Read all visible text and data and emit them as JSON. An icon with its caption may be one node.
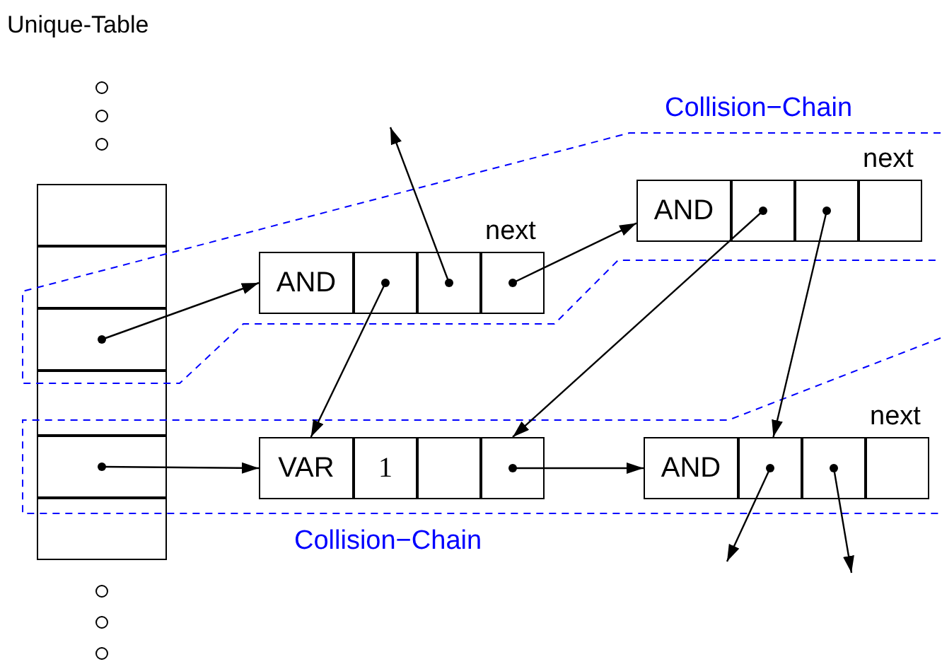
{
  "diagram": {
    "nodes": [
      {
        "text": [
          "Unique-Table"
        ]
      },
      {
        "text": [],
        "shape": "box",
        "in": 0
      },
      {
        "text": [],
        "shape": "box",
        "in": 0
      },
      {
        "text": [],
        "shape": "box",
        "in": 0
      },
      {
        "text": [],
        "shape": "box",
        "in": 0
      },
      {
        "text": [],
        "shape": "box",
        "in": 0
      },
      {
        "text": [],
        "shape": "box",
        "in": 0
      },
      {
        "text": [
          "Collision−Chain"
        ]
      },
      {
        "text": [
          "Collision−Chain"
        ]
      },
      {
        "text": [
          "AND"
        ]
      },
      {
        "text": [],
        "shape": "box"
      },
      {
        "text": [],
        "shape": "box"
      },
      {
        "text": [],
        "shape": "box",
        "beside": [
          "next"
        ]
      },
      {
        "text": [
          "AND"
        ]
      },
      {
        "text": [],
        "shape": "box"
      },
      {
        "text": [],
        "shape": "box"
      },
      {
        "text": [],
        "shape": "box",
        "beside": [
          "next"
        ]
      },
      {
        "text": [
          "VAR"
        ]
      },
      {
        "text": [
          "1"
        ]
      },
      {
        "text": [],
        "shape": "box"
      },
      {
        "text": [],
        "shape": "box"
      },
      {
        "text": [
          "AND"
        ]
      },
      {
        "text": [],
        "shape": "box"
      },
      {
        "text": [],
        "shape": "box"
      },
      {
        "text": [],
        "shape": "box",
        "beside": [
          "next"
        ]
      }
    ],
    "edges": [
      {
        "from": 3,
        "to": 9,
        "arrow": "to"
      },
      {
        "from": 5,
        "to": 17,
        "arrow": "to"
      },
      {
        "from": 10,
        "to": 17,
        "arrow": "to"
      },
      {
        "from": 11,
        "to": null,
        "arrow": "to"
      },
      {
        "from": 12,
        "to": 13,
        "arrow": "to"
      },
      {
        "from": 14,
        "to": 20,
        "arrow": "to"
      },
      {
        "from": 15,
        "to": 22,
        "arrow": "to"
      },
      {
        "from": 20,
        "to": 21,
        "arrow": "to"
      },
      {
        "from": 22,
        "to": null,
        "arrow": "to"
      },
      {
        "from": 23,
        "to": null,
        "arrow": "to"
      }
    ]
  }
}
